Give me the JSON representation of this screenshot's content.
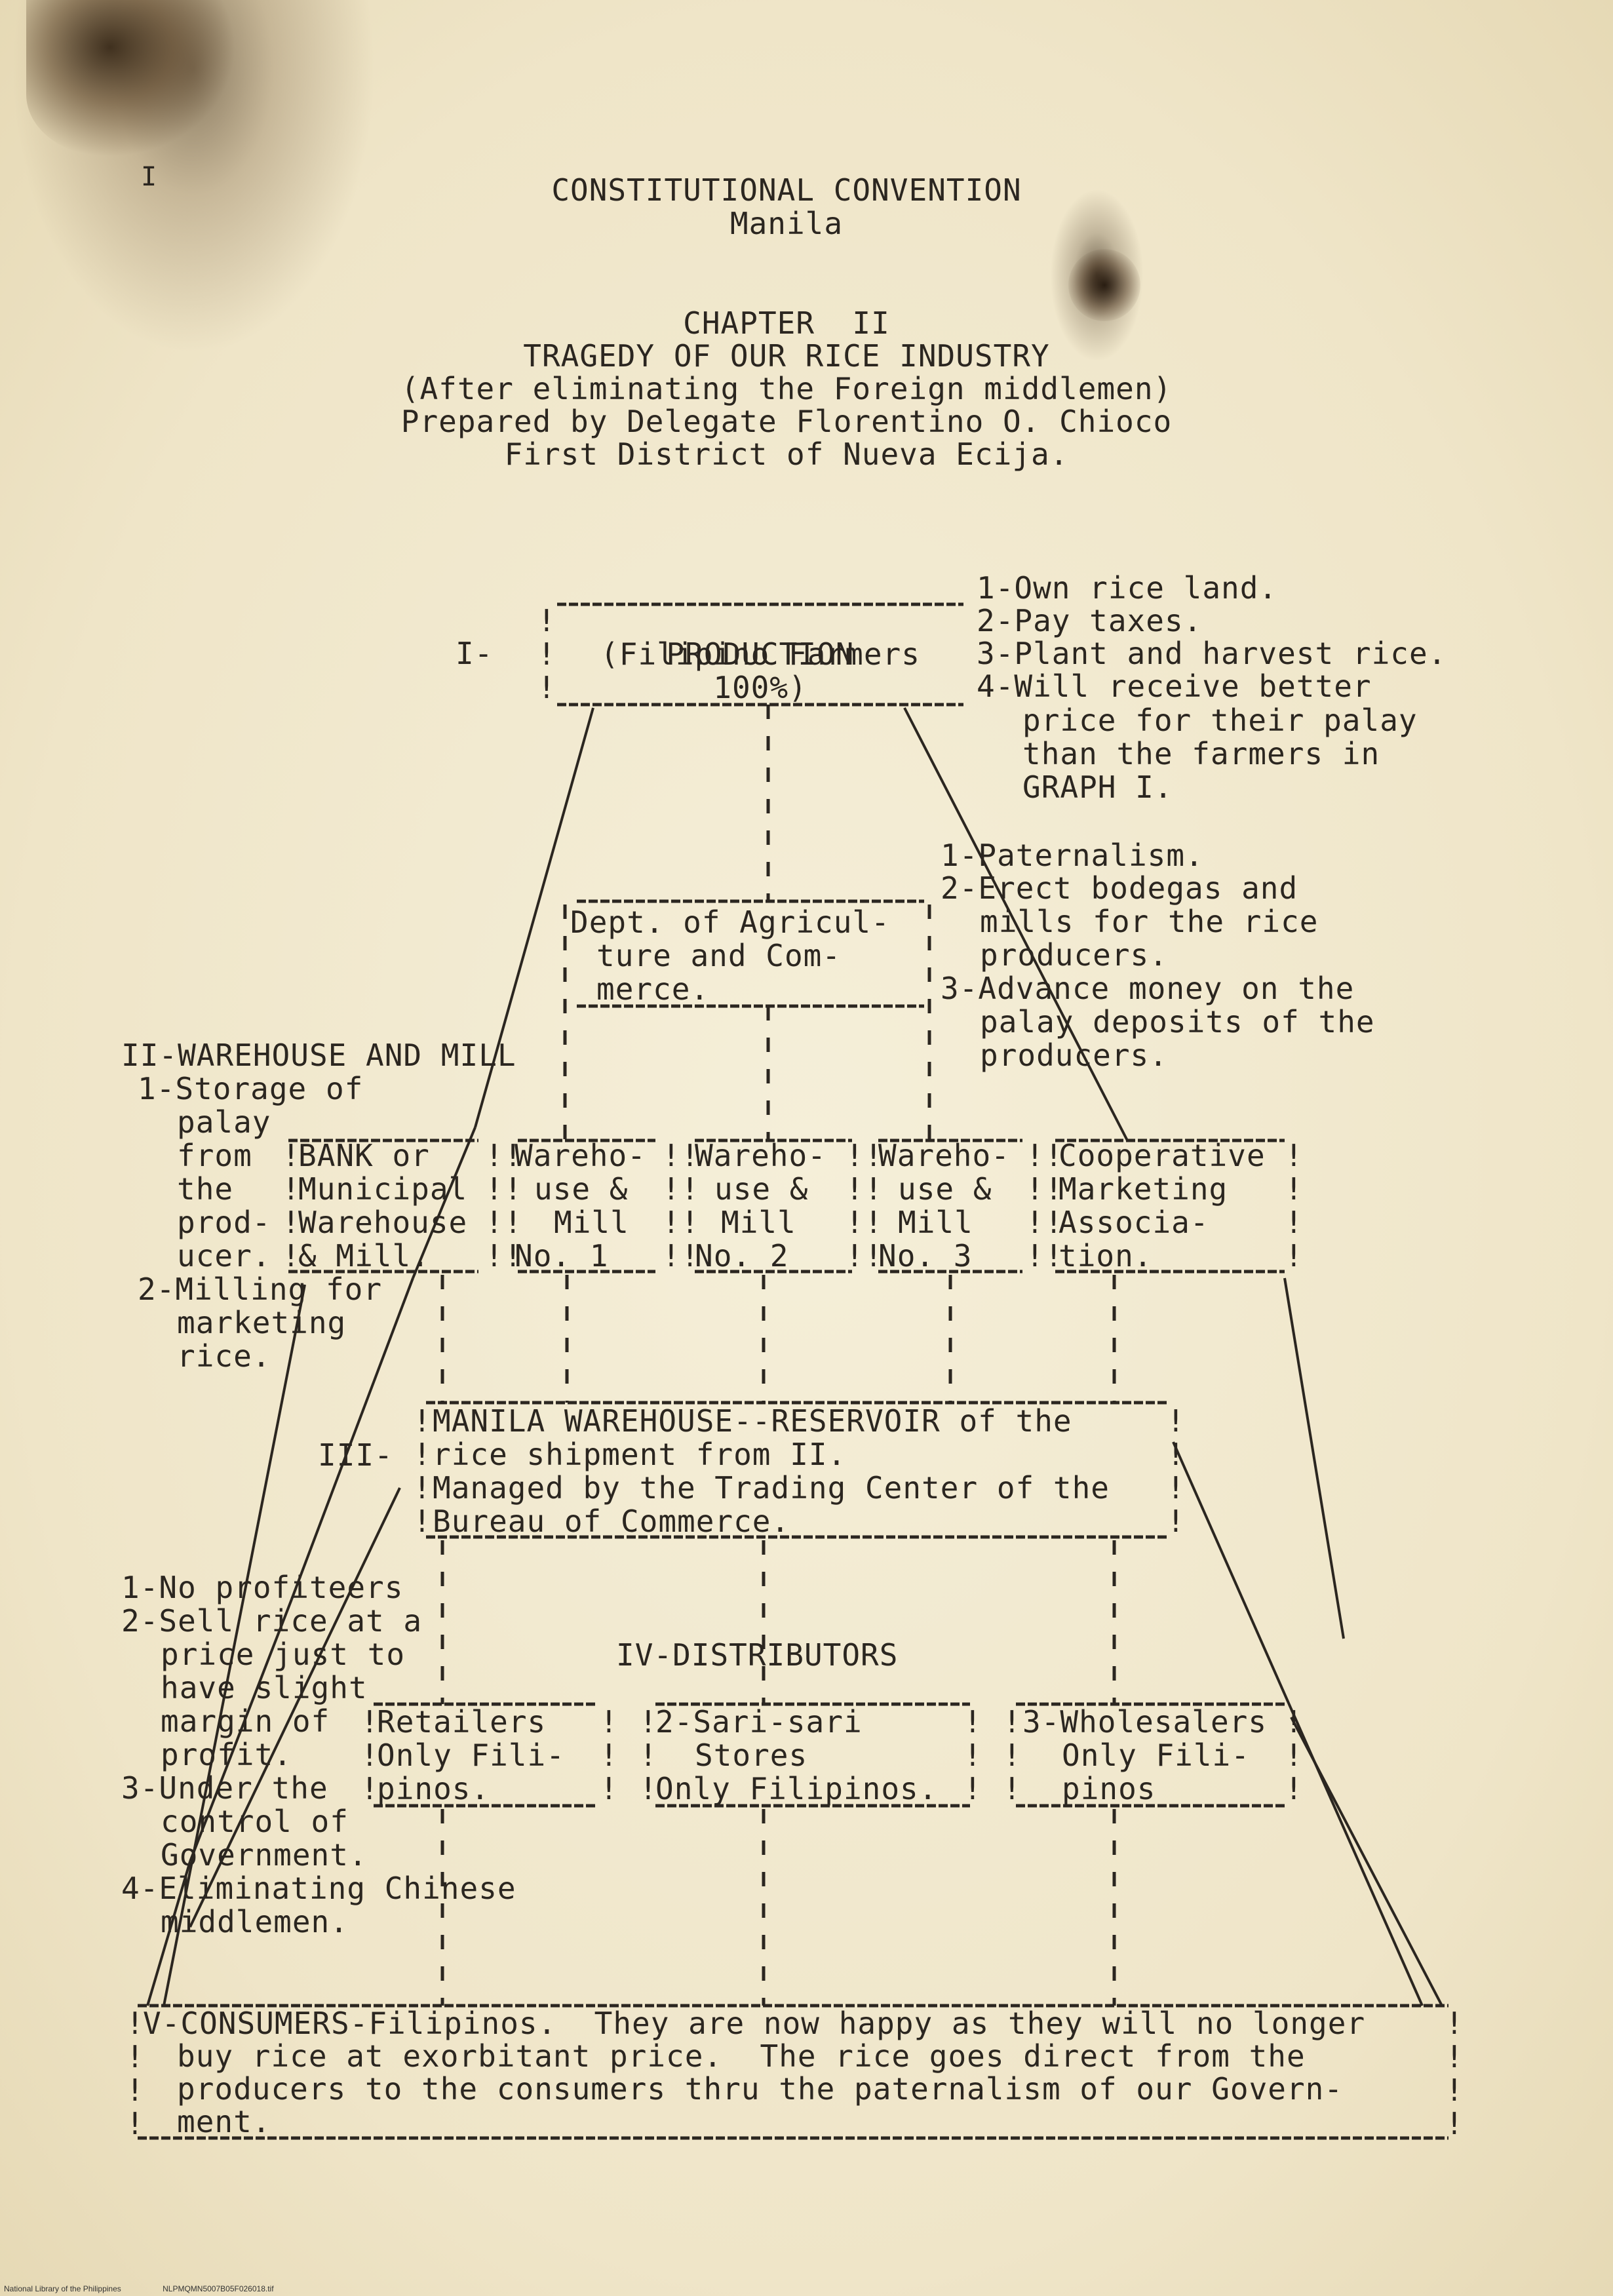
{
  "header": {
    "corner_mark": "I",
    "org": "CONSTITUTIONAL CONVENTION",
    "city": "Manila",
    "chapter": "CHAPTER  II",
    "title": "TRAGEDY OF OUR RICE INDUSTRY",
    "subtitle": "(After eliminating the Foreign middlemen)",
    "prepared_by": "Prepared by Delegate Florentino O. Chioco",
    "district": "First District of Nueva Ecija."
  },
  "level1": {
    "roman": "I-",
    "box_lines": [
      "PRODUCTION",
      "(Filipino Farmers",
      "100%)"
    ],
    "notes": [
      "1-Own rice land.",
      "2-Pay taxes.",
      "3-Plant and harvest rice.",
      "4-Will receive better",
      "price for their palay",
      "than the farmers in",
      "GRAPH I."
    ]
  },
  "dept": {
    "box_lines": [
      "Dept. of Agricul-",
      "ture and Com-",
      "merce."
    ],
    "notes": [
      "1-Paternalism.",
      "2-Erect bodegas and",
      "mills for the rice",
      "producers.",
      "3-Advance money on the",
      "palay deposits of the",
      "producers."
    ]
  },
  "level2": {
    "heading": "II-WAREHOUSE AND MILL",
    "notes": [
      "1-Storage of",
      "palay",
      "from",
      "the",
      "prod-",
      "ucer.",
      "2-Milling for",
      "marketing",
      "rice."
    ],
    "boxes": [
      {
        "lines": [
          "BANK or",
          "Municipal",
          "Warehouse",
          "& Mill."
        ]
      },
      {
        "lines": [
          "Wareho-",
          "use &",
          "Mill",
          "No. 1"
        ]
      },
      {
        "lines": [
          "Wareho-",
          "use &",
          "Mill",
          "No. 2"
        ]
      },
      {
        "lines": [
          "Wareho-",
          "use &",
          "Mill",
          "No. 3"
        ]
      },
      {
        "lines": [
          "Cooperative",
          "Marketing",
          "Associa-",
          "tion."
        ]
      }
    ]
  },
  "level3": {
    "roman": "III-",
    "box_lines": [
      "MANILA WAREHOUSE--RESERVOIR of the",
      "rice shipment from II.",
      "Managed by the Trading Center of the",
      "Bureau of Commerce."
    ]
  },
  "level4": {
    "heading": "IV-DISTRIBUTORS",
    "notes": [
      "1-No profiteers",
      "2-Sell rice at a",
      "price just to",
      "have slight",
      "margin of",
      "profit.",
      "3-Under the",
      "control of",
      "Government.",
      "4-Eliminating Chinese",
      "middlemen."
    ],
    "boxes": [
      {
        "lines": [
          "Retailers",
          "Only Fili-",
          "pinos."
        ]
      },
      {
        "lines": [
          "2-Sari-sari",
          "Stores",
          "Only Filipinos."
        ]
      },
      {
        "lines": [
          "3-Wholesalers",
          "Only Fili-",
          "pinos"
        ]
      }
    ]
  },
  "level5": {
    "lines": [
      "V-CONSUMERS-Filipinos.  They are now happy as they will no longer",
      "buy rice at exorbitant price.  The rice goes direct from the",
      "producers to the consumers thru the paternalism of our Govern-",
      "ment."
    ]
  },
  "footer": {
    "library": "National Library of the Philippines",
    "file_id": "NLPMQMN5007B05F026018.tif"
  }
}
